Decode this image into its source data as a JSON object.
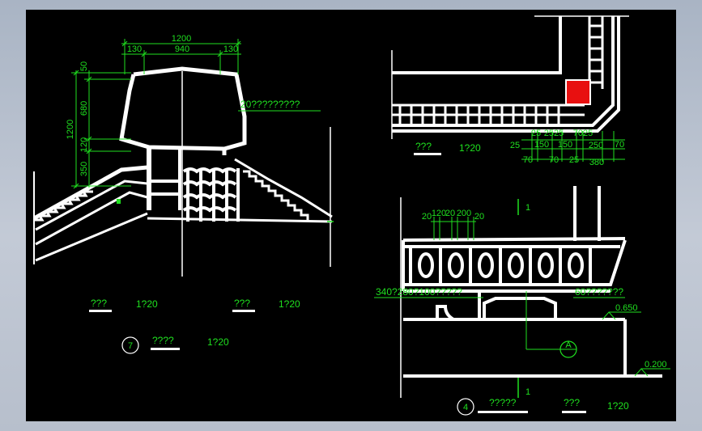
{
  "colors": {
    "background": "#000000",
    "frame_border": "#a9b4c4",
    "linework": "#ffffff",
    "annotation": "#1fe01f",
    "highlight": "#e81010"
  },
  "view_left": {
    "dimensions": {
      "overall_width": "1200",
      "part_left": "130",
      "part_middle": "940",
      "part_right": "130",
      "overall_height": "1200",
      "h_top": "50",
      "h_upper": "680",
      "h_mid": "120",
      "h_lower": "350"
    },
    "leader_note": "20?????????",
    "caption_1": {
      "title": "???",
      "scale": "1?20"
    },
    "caption_2": {
      "title": "???",
      "scale": "1?20"
    },
    "caption_3": {
      "number": "7",
      "title": "????",
      "scale": "1?20"
    }
  },
  "view_top_right": {
    "dims_top_row": [
      "25",
      "2525",
      "7025"
    ],
    "dims_mid_row": [
      "25",
      "150",
      "150",
      "250",
      "70"
    ],
    "dims_bottom_row": [
      "70",
      "70",
      "25",
      "380"
    ],
    "caption": {
      "title": "???",
      "scale": "1?20"
    }
  },
  "view_bottom_right": {
    "section_mark": "1",
    "top_dims": [
      "20",
      "120",
      "20",
      "200",
      "20"
    ],
    "note_left": "340?280?100?????",
    "note_right": "60???????",
    "level_1": "0.650",
    "level_2": "0.200",
    "section_tag": "A",
    "caption": {
      "number": "4",
      "title": "?????",
      "title2": "???",
      "scale": "1?20"
    }
  }
}
